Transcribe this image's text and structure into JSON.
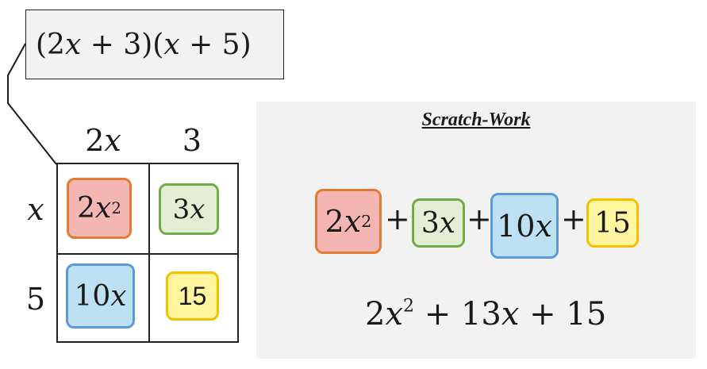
{
  "expression": {
    "open1": "(2",
    "var1": "x",
    "mid": " + 3)(",
    "var2": "x",
    "close": " + 5)"
  },
  "box_headers": {
    "col1": {
      "coef": "2",
      "var": "x"
    },
    "col2": "3",
    "row1": {
      "var": "x"
    },
    "row2": "5"
  },
  "cells": {
    "top_left": {
      "coef": "2",
      "var": "x",
      "exp": "2",
      "fill": "#f4b6b3",
      "border": "#e57b32"
    },
    "top_right": {
      "coef": "3",
      "var": "x",
      "fill": "#e2efd4",
      "border": "#72ac48"
    },
    "bottom_left": {
      "coef": "10",
      "var": "x",
      "fill": "#bde0f3",
      "border": "#5b9bd5"
    },
    "bottom_right": {
      "value": "15",
      "fill": "#fff59f",
      "border": "#f5c000"
    }
  },
  "scratch": {
    "title": "Scratch-Work",
    "plus": "+",
    "terms": [
      {
        "coef": "2",
        "var": "x",
        "exp": "2"
      },
      {
        "coef": "3",
        "var": "x"
      },
      {
        "coef": "10",
        "var": "x"
      },
      {
        "value": "15"
      }
    ],
    "result": {
      "coef": "2",
      "var1": "x",
      "exp": "2",
      "mid": " + 13",
      "var2": "x",
      "tail": " + 15"
    }
  }
}
